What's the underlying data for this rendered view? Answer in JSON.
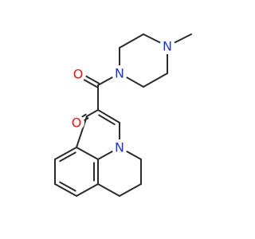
{
  "atoms": [
    {
      "id": "O1",
      "element": "O",
      "label": "O"
    },
    {
      "id": "O2",
      "element": "O",
      "label": "O"
    },
    {
      "id": "N1",
      "element": "N",
      "label": "N"
    },
    {
      "id": "N2",
      "element": "N",
      "label": "N"
    },
    {
      "id": "N3",
      "element": "N",
      "label": "N"
    }
  ],
  "bond_color": "#2b2b2b",
  "element_colors": {
    "N": "#1f35d8",
    "O": "#e8140c"
  }
}
